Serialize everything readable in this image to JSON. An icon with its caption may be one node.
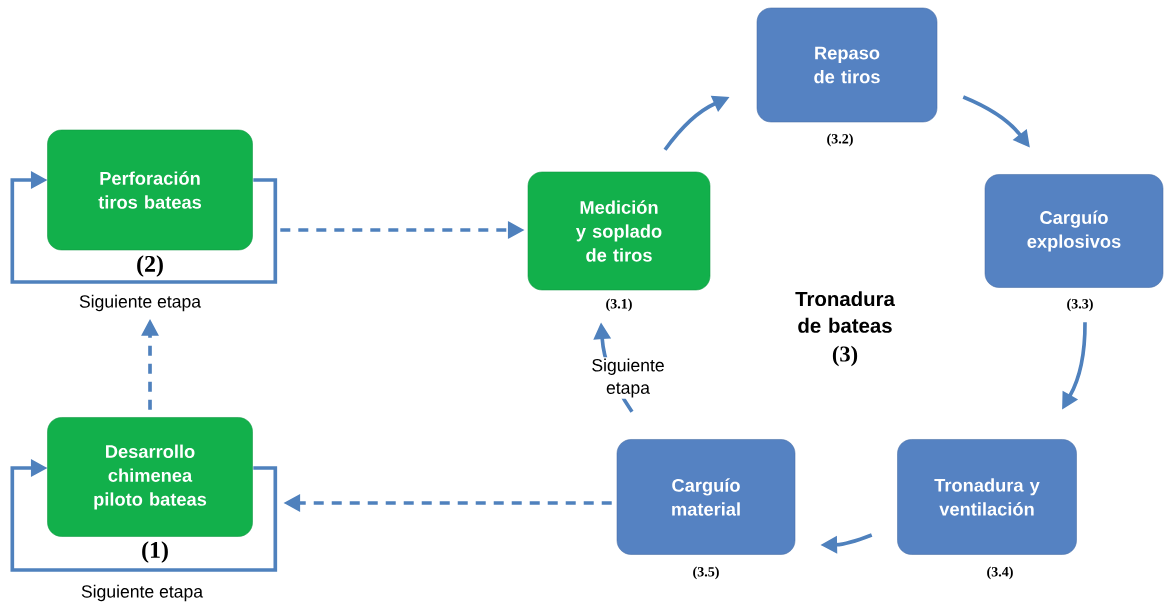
{
  "diagram": {
    "nodes": [
      {
        "text": [
          "Perforación tiros bateas"
        ],
        "beside": [
          "(2)"
        ]
      },
      {
        "text": [
          "Siguiente etapa"
        ]
      },
      {
        "text": [
          "Desarrollo chimenea piloto bateas"
        ],
        "beside": [
          "(1)"
        ]
      },
      {
        "text": [
          "Medición y soplado de tiros"
        ],
        "beside": [
          "(3.1)"
        ]
      },
      {
        "text": [
          "Repaso de tiros"
        ],
        "beside": [
          "(3.2)"
        ]
      },
      {
        "text": [
          "Carguío explosivos"
        ],
        "beside": [
          "(3.3)"
        ]
      },
      {
        "text": [
          "Tronadura y ventilación"
        ],
        "beside": [
          "(3.4)"
        ]
      },
      {
        "text": [
          "Carguío material"
        ],
        "beside": [
          "(3.5)"
        ]
      }
    ],
    "edges": [
      {
        "from": 0,
        "to": 0,
        "arrow": "to"
      },
      {
        "from": 2,
        "to": 2,
        "arrow": "to"
      },
      {
        "from": 2,
        "to": 1,
        "arrow": "to",
        "style": "dashed"
      },
      {
        "from": 0,
        "to": 3,
        "arrow": "to",
        "style": "dashed"
      },
      {
        "from": 3,
        "to": 4,
        "arrow": "to"
      },
      {
        "from": 4,
        "to": 5,
        "arrow": "to"
      },
      {
        "from": 5,
        "to": 6,
        "arrow": "to"
      },
      {
        "from": 6,
        "to": 7,
        "arrow": "to"
      },
      {
        "from": 7,
        "to": 3,
        "arrow": "to",
        "label": "Siguiente etapa"
      },
      {
        "from": 7,
        "to": 2,
        "arrow": "to",
        "style": "dashed"
      }
    ],
    "labels": [
      "Tronadura de bateas",
      "(3)",
      "Siguiente etapa"
    ]
  }
}
